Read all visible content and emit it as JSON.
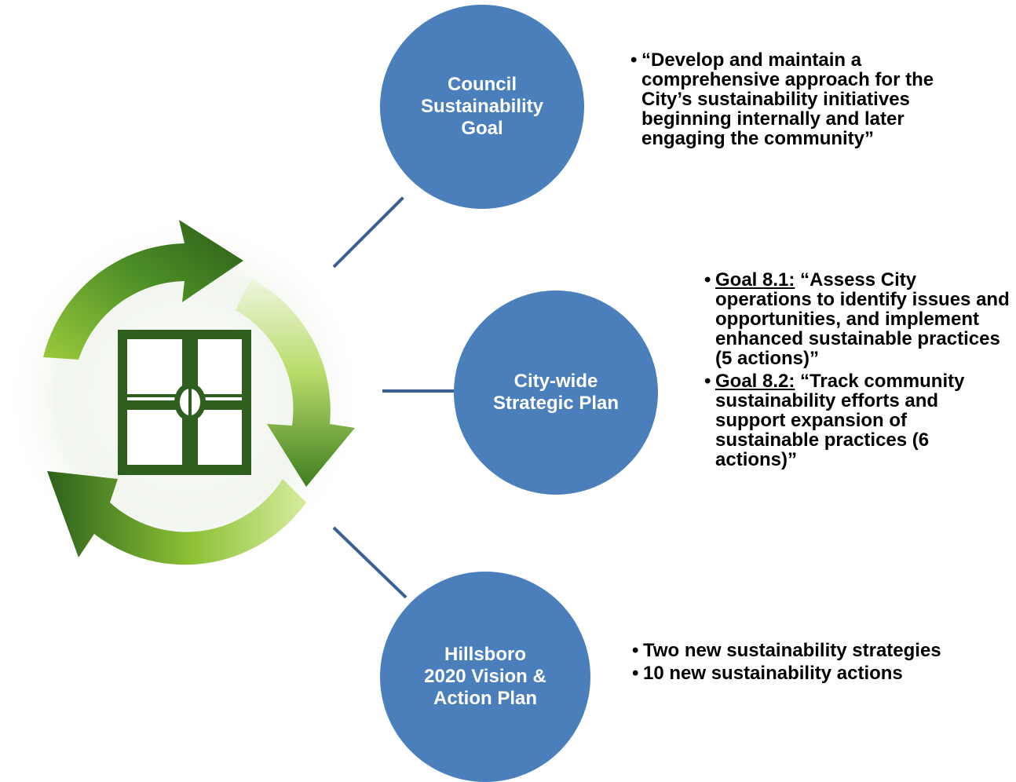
{
  "colors": {
    "circle_fill": "#4a7fbc",
    "connector": "#3c5f95",
    "logo_green_dark": "#2e5f1e",
    "logo_green_light": "#a8d24a",
    "text": "#000000"
  },
  "logo": {
    "icon": "recycling-arrows-window-icon"
  },
  "circles": {
    "council": {
      "label": "Council\nSustainability\nGoal"
    },
    "citywide": {
      "label": "City-wide\nStrategic Plan"
    },
    "hillsboro": {
      "label": "Hillsboro\n2020 Vision &\nAction Plan"
    }
  },
  "details": {
    "council": {
      "items": [
        "“Develop and maintain a comprehensive approach for the City’s sustainability initiatives beginning internally and later engaging the community”"
      ]
    },
    "citywide": {
      "items": [
        {
          "label": "Goal 8.1:",
          "text": " “Assess City operations to identify issues and opportunities, and implement enhanced sustainable practices (5 actions)”"
        },
        {
          "label": "Goal 8.2:",
          "text": " “Track community sustainability efforts and support expansion of sustainable practices (6 actions)”"
        }
      ]
    },
    "hillsboro": {
      "items": [
        "Two new sustainability strategies",
        "10 new sustainability actions"
      ]
    }
  }
}
